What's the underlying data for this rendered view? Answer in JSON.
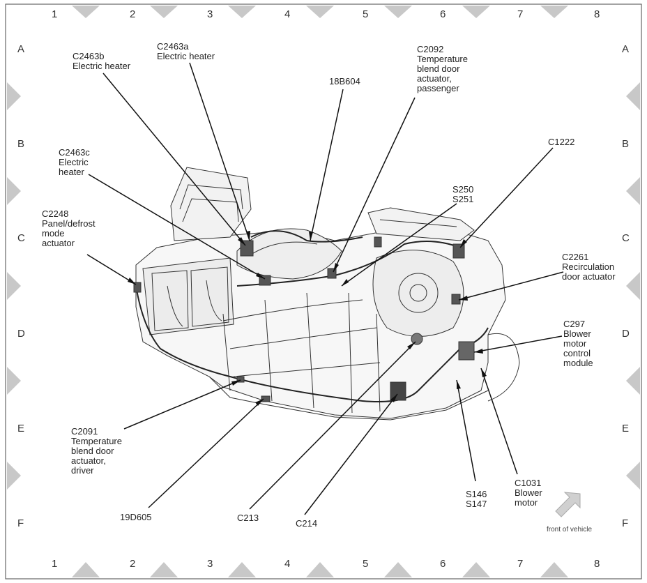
{
  "grid": {
    "columns": [
      "1",
      "2",
      "3",
      "4",
      "5",
      "6",
      "7",
      "8"
    ],
    "rows": [
      "A",
      "B",
      "C",
      "D",
      "E",
      "F"
    ]
  },
  "callouts": {
    "c2463b": "C2463b\nElectric heater",
    "c2463a": "C2463a\nElectric heater",
    "c18b604": "18B604",
    "c2092": "C2092\nTemperature\nblend door\nactuator,\npassenger",
    "c2463c": "C2463c\nElectric\nheater",
    "c1222": "C1222",
    "s250": "S250\nS251",
    "c2248": "C2248\nPanel/defrost\nmode\nactuator",
    "c2261": "C2261\nRecirculation\ndoor actuator",
    "c297": "C297\nBlower\nmotor\ncontrol\nmodule",
    "c2091": "C2091\nTemperature\nblend door\nactuator,\ndriver",
    "c19d605": "19D605",
    "c213": "C213",
    "c214": "C214",
    "s146": "S146\nS147",
    "c1031": "C1031\nBlower\nmotor"
  },
  "front_of_vehicle_label": "front of vehicle",
  "colors": {
    "border": "#555555",
    "triangle": "#c8c8c8",
    "leader": "#111111",
    "drawing": "#333333"
  }
}
